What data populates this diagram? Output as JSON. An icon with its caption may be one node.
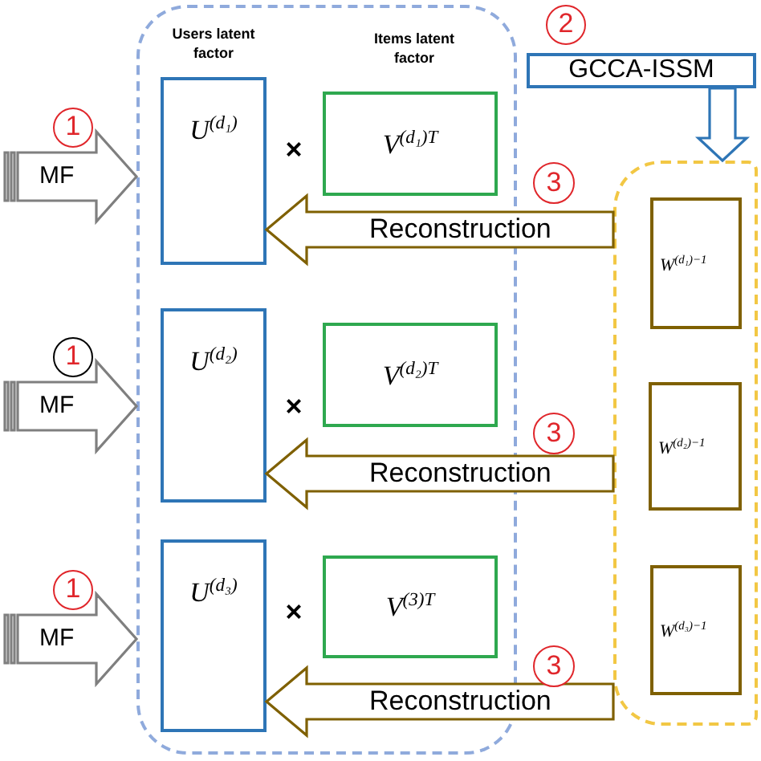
{
  "diagram": {
    "nodes": [
      {
        "text": [],
        "shape": "box"
      },
      {
        "text": [
          "U$^{(d₁)}$"
        ],
        "in": 0
      },
      {
        "text": [
          "V$^{(d₁)T}$"
        ],
        "in": 0
      },
      {
        "text": [
          "U$^{(d₂)}$"
        ],
        "in": 0
      },
      {
        "text": [
          "V$^{(d₂)T}$"
        ],
        "in": 0
      },
      {
        "text": [
          "U$^{(d₃)}$"
        ],
        "in": 0
      },
      {
        "text": [
          "V$^{(3)T}$"
        ],
        "in": 0
      },
      {
        "text": [
          "GCCA-ISSM"
        ]
      },
      {
        "text": [],
        "shape": "box"
      },
      {
        "text": [
          "W$^{(d₁)−1}$"
        ],
        "in": 8
      },
      {
        "text": [
          "W$^{(d₂)−1}$"
        ],
        "in": 8
      },
      {
        "text": [
          "W$^{(d₃)−1}$"
        ],
        "in": 8
      }
    ],
    "edges": [
      {
        "from": null,
        "to": 0,
        "arrow": "to",
        "label": "MF",
        "color": "#7f7f7f"
      },
      {
        "from": null,
        "to": 0,
        "arrow": "to",
        "label": "MF",
        "color": "#7f7f7f"
      },
      {
        "from": null,
        "to": 0,
        "arrow": "to",
        "label": "MF",
        "color": "#7f7f7f"
      },
      {
        "from": 8,
        "to": 1,
        "arrow": "to",
        "label": "Reconstruction",
        "color": "#7f6000"
      },
      {
        "from": 8,
        "to": 3,
        "arrow": "to",
        "label": "Reconstruction",
        "color": "#7f6000"
      },
      {
        "from": 8,
        "to": 5,
        "arrow": "to",
        "label": "Reconstruction",
        "color": "#7f6000"
      },
      {
        "from": 7,
        "to": 8,
        "arrow": "to",
        "color": "#2e75b6"
      }
    ],
    "labels": [
      "Users latent factor",
      "Items latent factor",
      "2",
      "1",
      "×",
      "3",
      "1",
      "×",
      "3",
      "1",
      "×",
      "3"
    ]
  }
}
